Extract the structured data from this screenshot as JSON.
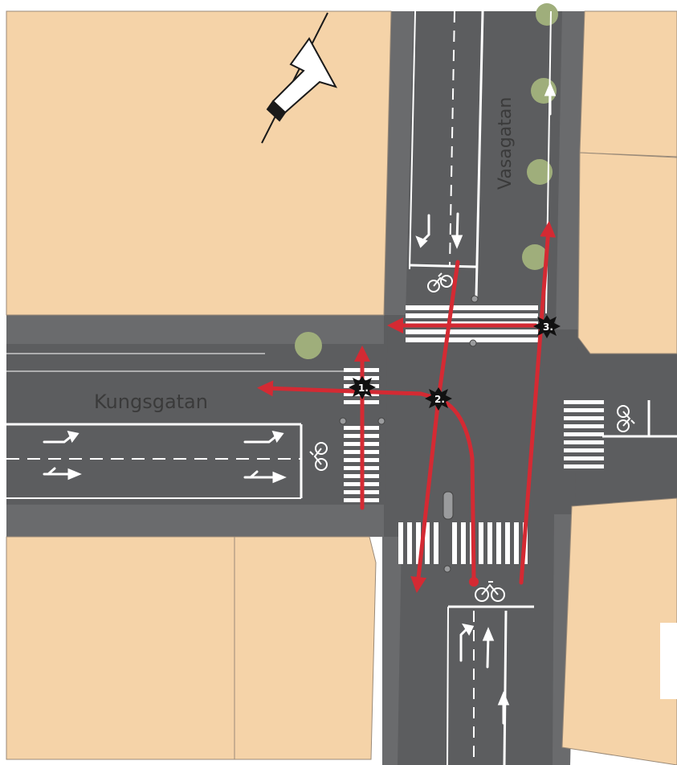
{
  "map": {
    "streets": {
      "vertical": "Vasagatan",
      "horizontal": "Kungsgatan"
    },
    "conflict_points": [
      "1.",
      "2.",
      "3."
    ],
    "colors": {
      "block": "#f5d3a8",
      "road": "#5c5d5f",
      "marking": "#ffffff",
      "route": "#d42a33",
      "tree": "#9fae7b",
      "conflict": "#111111"
    },
    "icons": [
      "north-arrow-icon",
      "bicycle-icon",
      "lane-arrow-icon",
      "conflict-star-icon",
      "tree-icon"
    ]
  }
}
